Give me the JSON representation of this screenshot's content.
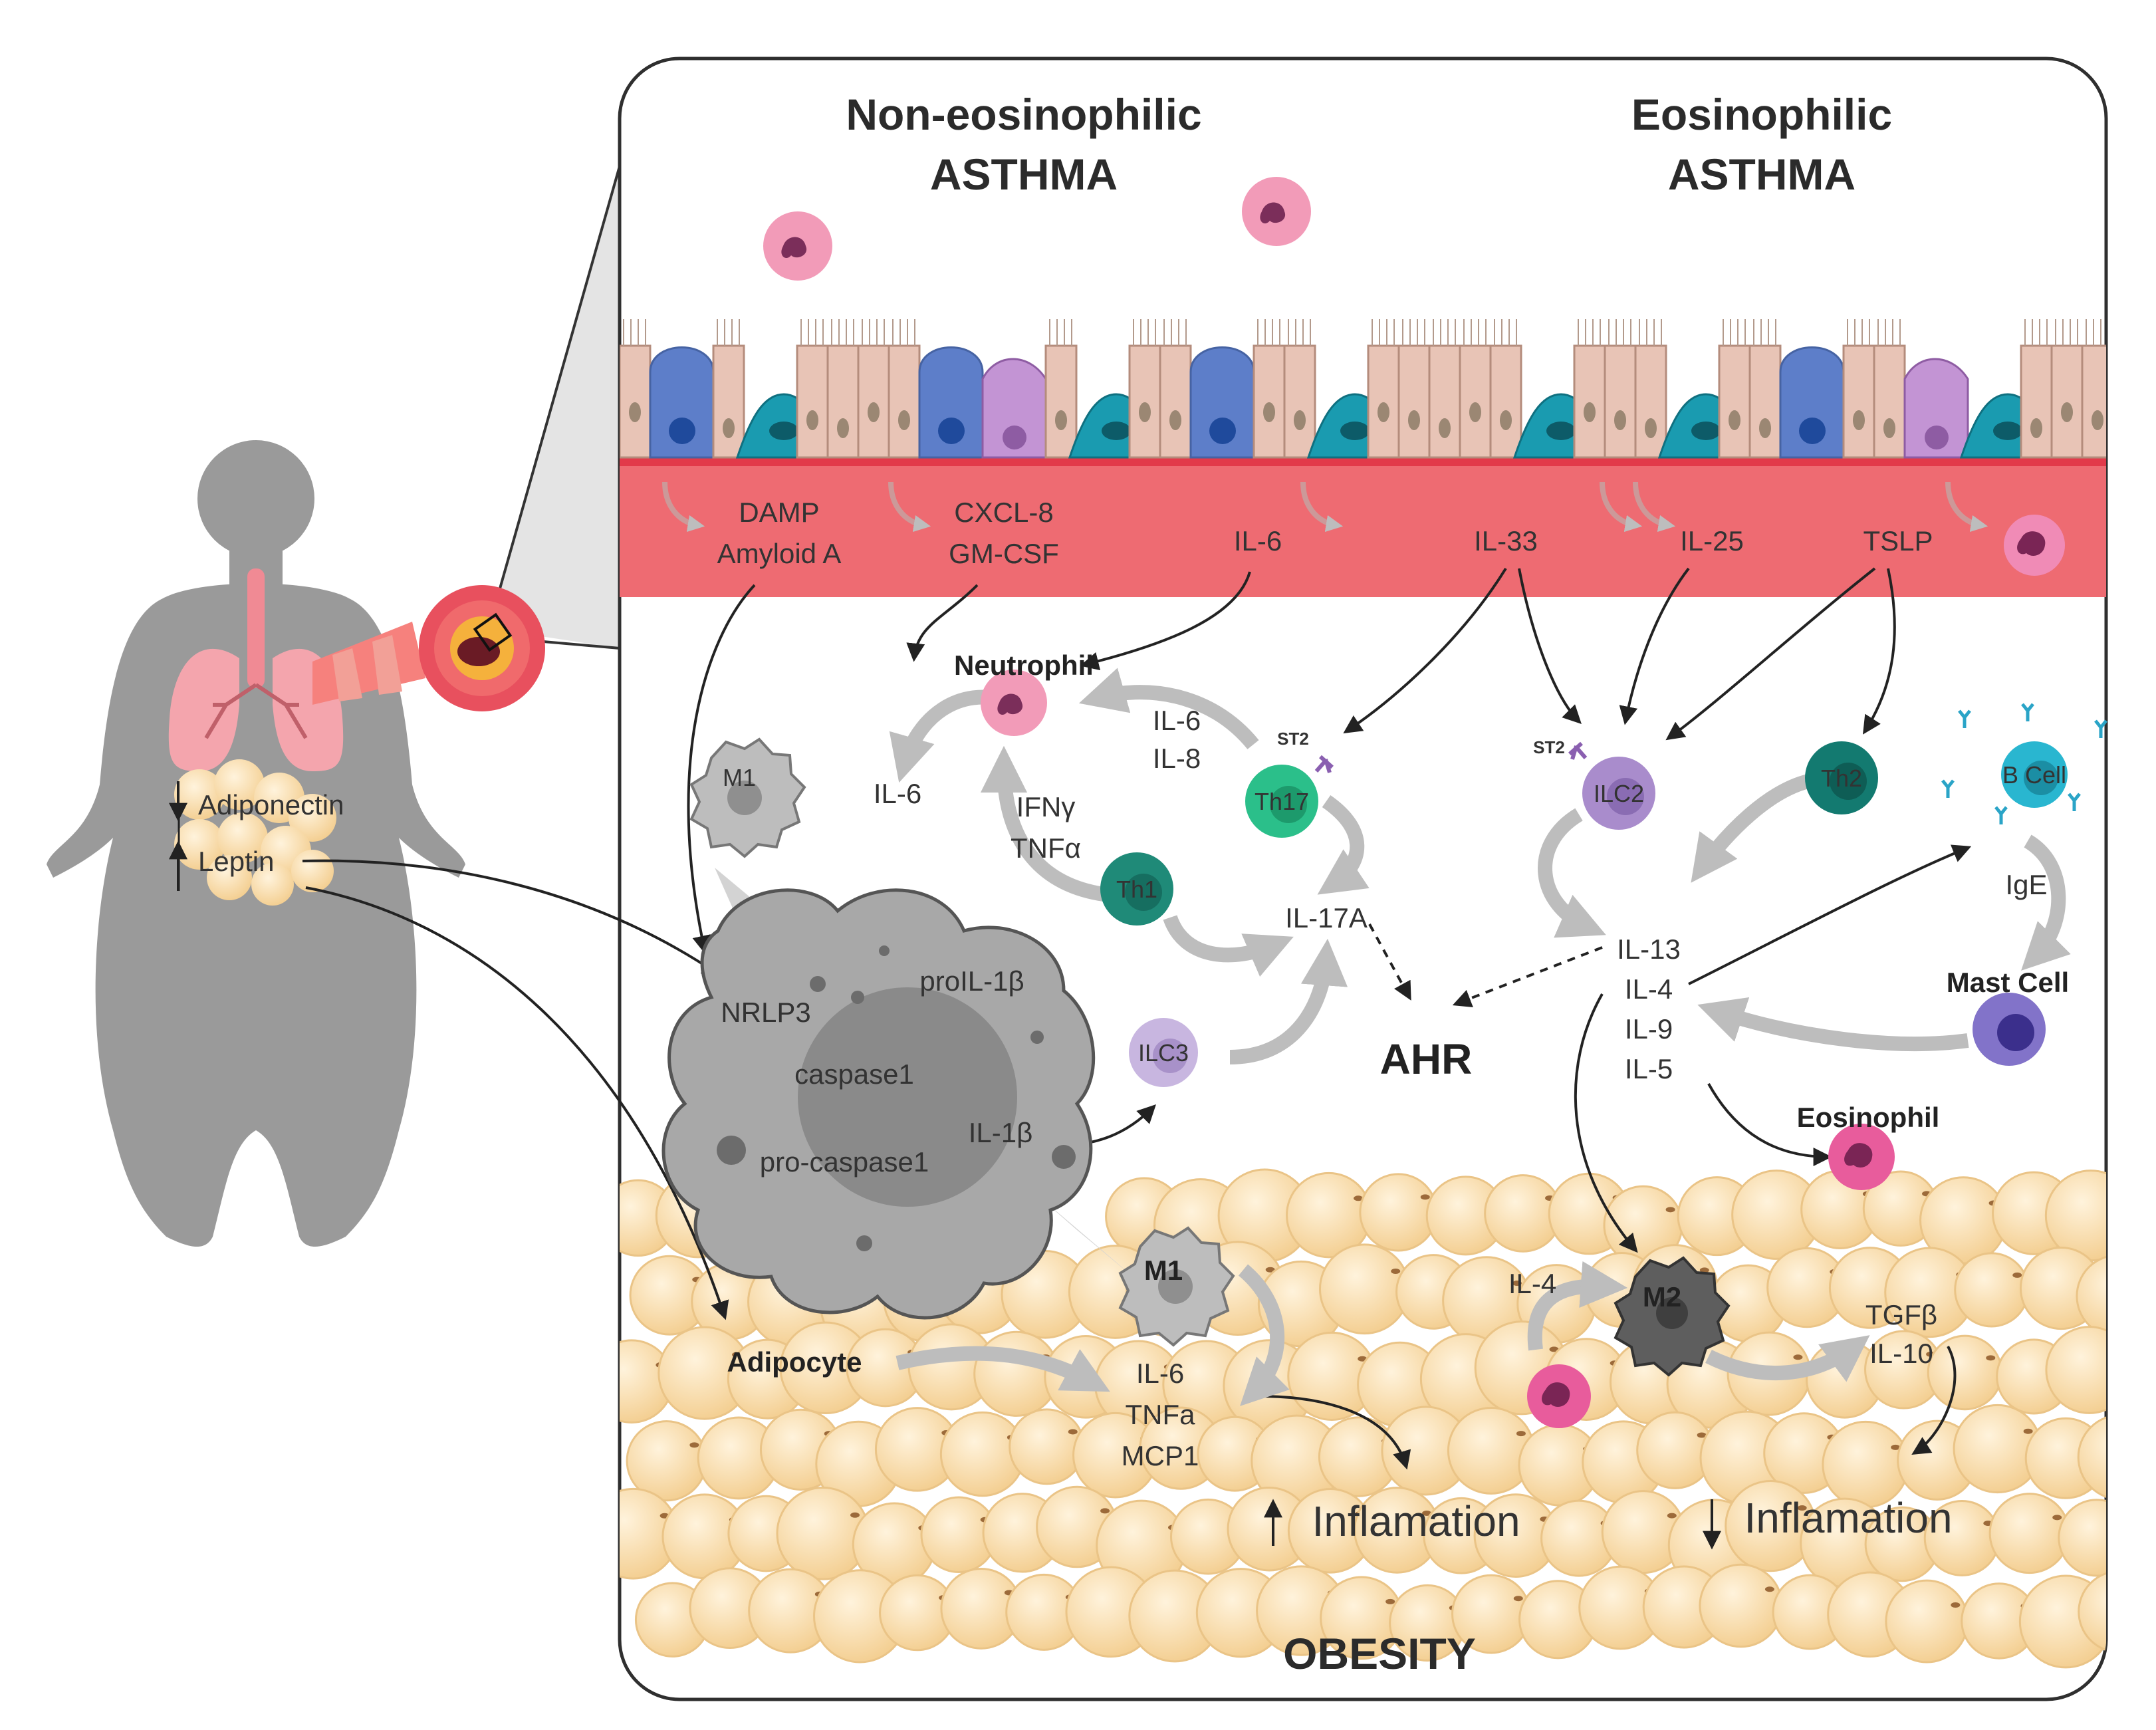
{
  "titles": {
    "non_eosinophilic_line1": "Non-eosinophilic",
    "non_eosinophilic_line2": "ASTHMA",
    "eosinophilic_line1": "Eosinophilic",
    "eosinophilic_line2": "ASTHMA",
    "obesity": "OBESITY"
  },
  "epithelial_mediators": {
    "damp": "DAMP",
    "amyloid_a": "Amyloid A",
    "cxcl8": "CXCL-8",
    "gmcsf": "GM-CSF",
    "il6": "IL-6",
    "il33": "IL-33",
    "il25": "IL-25",
    "tslp": "TSLP"
  },
  "body": {
    "adiponectin": "Adiponectin",
    "leptin": "Leptin"
  },
  "cells": {
    "neutrophil": "Neutrophil",
    "m1_small": "M1",
    "th17": "Th17",
    "th1": "Th1",
    "ilc3": "ILC3",
    "ilc2": "ILC2",
    "th2": "Th2",
    "bcell": "B Cell",
    "mastcell": "Mast Cell",
    "eosinophil": "Eosinophil",
    "st2_a": "ST2",
    "st2_b": "ST2",
    "m1_fat": "M1",
    "m2_fat": "M2",
    "adipocyte": "Adipocyte"
  },
  "cytokines": {
    "il6_left": "IL-6",
    "il6_il8_1": "IL-6",
    "il6_il8_2": "IL-8",
    "ifng": "IFNγ",
    "tnfa": "TNFα",
    "il17a": "IL-17A",
    "ahr": "AHR",
    "il13": "IL-13",
    "il4": "IL-4",
    "il9": "IL-9",
    "il5": "IL-5",
    "ige": "IgE"
  },
  "macrophage": {
    "nrlp3": "NRLP3",
    "prоil1b": "proIL-1β",
    "caspase1": "caspase1",
    "il1b": "IL-1β",
    "procaspase1": "pro-caspase1"
  },
  "adipose": {
    "il6": "IL-6",
    "tnfa": "TNFa",
    "mcp1": "MCP1",
    "inflam_up": "Inflamation",
    "il4": "IL-4",
    "tgfb": "TGFβ",
    "il10": "IL-10",
    "inflam_down": "Inflamation"
  },
  "colors": {
    "epithelium_band": "#ee6b72",
    "epithelium_top": "#e23a4a",
    "columnar_cell": "#e8c4b6",
    "goblet_cell": "#5d7ec9",
    "basal_cell": "#1a9bb0",
    "neutrophil": "#f29bb8",
    "th17": "#2bbf8a",
    "th1": "#1f8a78",
    "th2": "#137a70",
    "ilc": "#a98ccc",
    "bcell": "#29b6d0",
    "mastcell": "#7c6bc4",
    "eosinophil": "#e85c9c",
    "macrophage": "#a8a8a8",
    "adipocyte": "#f6d08c",
    "silhouette": "#9a9a9a"
  }
}
